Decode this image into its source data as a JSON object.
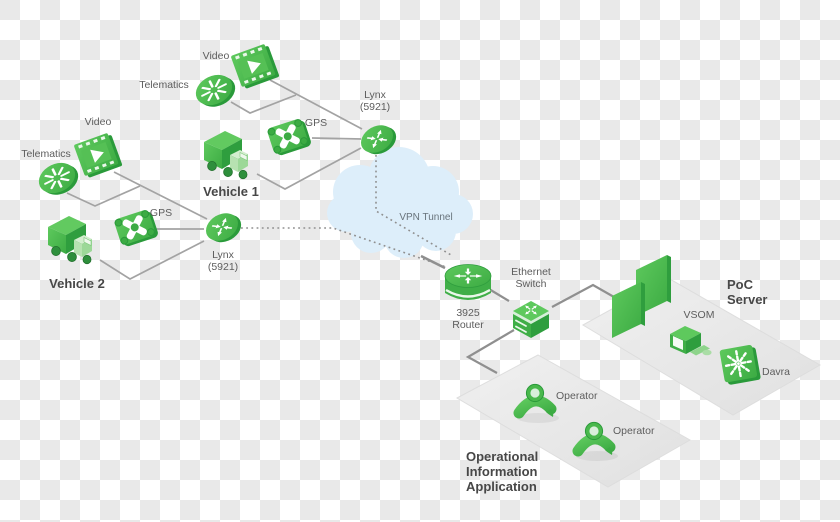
{
  "diagram": {
    "vehicle1": {
      "name": "Vehicle 1",
      "video": "Video",
      "telematics": "Telematics",
      "gps": "GPS",
      "lynx_line1": "Lynx",
      "lynx_line2": "(5921)"
    },
    "vehicle2": {
      "name": "Vehicle 2",
      "video": "Video",
      "telematics": "Telematics",
      "gps": "GPS",
      "lynx_line1": "Lynx",
      "lynx_line2": "(5921)"
    },
    "vpn_tunnel": {
      "label": "VPN Tunnel"
    },
    "router_3925": {
      "line1": "3925",
      "line2": "Router"
    },
    "ethernet_switch": {
      "line1": "Ethernet",
      "line2": "Switch"
    },
    "poc_server": {
      "title_line1": "PoC",
      "title_line2": "Server",
      "vsom": "VSOM",
      "davra": "Davra"
    },
    "operational_app": {
      "title_line1": "Operational",
      "title_line2": "Information",
      "title_line3": "Application",
      "operator1": "Operator",
      "operator2": "Operator"
    },
    "colors": {
      "icon_green": "#45b649",
      "icon_green_dark": "#2f9e3e",
      "line_gray": "#9d9d9d",
      "dark_line_gray": "#8f8f8f",
      "cloud_blue": "#ddeefa",
      "platform_gray": "#e9e9e9",
      "label_gray": "#5d5d5d"
    }
  }
}
